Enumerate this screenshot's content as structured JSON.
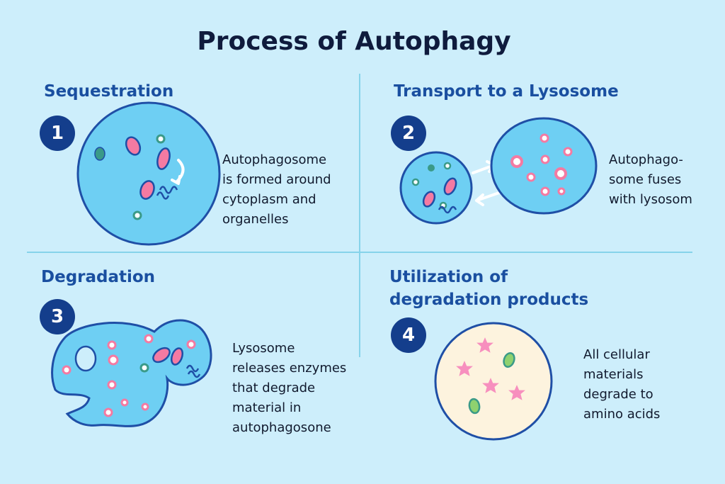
{
  "title": "Process of Autophagy",
  "colors": {
    "background": "#cdeefb",
    "heading": "#1a4fa0",
    "step_badge": "#143e8c",
    "cell_fill": "#6ecff3",
    "cell_outline": "#1f4fa6",
    "vesicle_pink": "#f47aa2",
    "vesicle_teal": "#3a9a88",
    "final_cell_fill": "#fdf3de",
    "star_pink": "#f78fbe",
    "divider": "#86d3ea"
  },
  "steps": [
    {
      "number": "1",
      "heading": "Sequestration",
      "description": [
        "Autophagosome",
        "is formed around",
        "cytoplasm and",
        "organelles"
      ],
      "icons": [
        "autophagosome-cell-icon",
        "curved-arrow-icon"
      ]
    },
    {
      "number": "2",
      "heading": "Transport to a Lysosome",
      "description": [
        "Autophago-",
        "some fuses",
        "with lysosom"
      ],
      "icons": [
        "autophagosome-cell-icon",
        "lysosome-cell-icon",
        "bidirectional-arrow-icon"
      ]
    },
    {
      "number": "3",
      "heading": "Degradation",
      "description": [
        "Lysosome",
        "releases enzymes",
        "that degrade",
        "material in",
        "autophagosone"
      ],
      "icons": [
        "fused-autolysosome-icon"
      ]
    },
    {
      "number": "4",
      "heading_lines": [
        "Utilization of",
        "degradation products"
      ],
      "description": [
        "All cellular",
        "materials",
        "degrade to",
        "amino acids"
      ],
      "icons": [
        "amino-acid-cell-icon",
        "star-amino-acid-icon"
      ]
    }
  ]
}
